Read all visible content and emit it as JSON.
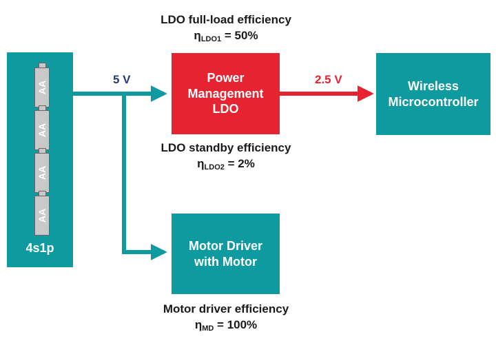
{
  "battery": {
    "label": "4s1p",
    "cells": [
      "AA",
      "AA",
      "AA",
      "AA"
    ]
  },
  "blocks": {
    "ldo": "Power\nManagement\nLDO",
    "mcu": "Wireless\nMicrocontroller",
    "motor": "Motor Driver\nwith Motor"
  },
  "voltages": {
    "input": "5 V",
    "ldo_output": "2.5 V"
  },
  "captions": {
    "ldo_full_load": {
      "title": "LDO full-load efficiency",
      "symbol": "η",
      "subscript": "LDO1",
      "value": "= 50%"
    },
    "ldo_standby": {
      "title": "LDO standby efficiency",
      "symbol": "η",
      "subscript": "LDO2",
      "value": "= 2%"
    },
    "motor_driver": {
      "title": "Motor driver efficiency",
      "symbol": "η",
      "subscript": "MD",
      "value": "= 100%"
    }
  },
  "colors": {
    "teal": "#0f9aa0",
    "red": "#e62330",
    "voltage_5v": "#1f3f6e",
    "voltage_25v": "#e62330"
  }
}
